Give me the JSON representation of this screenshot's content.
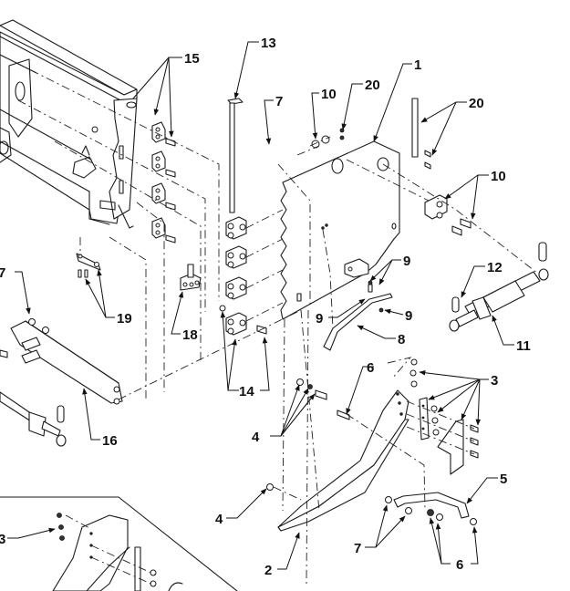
{
  "diagram": {
    "type": "exploded-parts-view",
    "callouts": [
      {
        "id": "c1",
        "label": "1"
      },
      {
        "id": "c2",
        "label": "2"
      },
      {
        "id": "c3a",
        "label": "3"
      },
      {
        "id": "c3b",
        "label": "3"
      },
      {
        "id": "c4a",
        "label": "4"
      },
      {
        "id": "c4b",
        "label": "4"
      },
      {
        "id": "c5",
        "label": "5"
      },
      {
        "id": "c6a",
        "label": "6"
      },
      {
        "id": "c6b",
        "label": "6"
      },
      {
        "id": "c7a",
        "label": "7"
      },
      {
        "id": "c7b",
        "label": "7"
      },
      {
        "id": "c7c",
        "label": "7"
      },
      {
        "id": "c8",
        "label": "8"
      },
      {
        "id": "c9a",
        "label": "9"
      },
      {
        "id": "c9b",
        "label": "9"
      },
      {
        "id": "c9c",
        "label": "9"
      },
      {
        "id": "c10a",
        "label": "10"
      },
      {
        "id": "c10b",
        "label": "10"
      },
      {
        "id": "c11",
        "label": "11"
      },
      {
        "id": "c12",
        "label": "12"
      },
      {
        "id": "c13",
        "label": "13"
      },
      {
        "id": "c14",
        "label": "14"
      },
      {
        "id": "c15",
        "label": "15"
      },
      {
        "id": "c16",
        "label": "16"
      },
      {
        "id": "c18",
        "label": "18"
      },
      {
        "id": "c19",
        "label": "19"
      },
      {
        "id": "c20a",
        "label": "20"
      },
      {
        "id": "c20b",
        "label": "20"
      }
    ]
  }
}
